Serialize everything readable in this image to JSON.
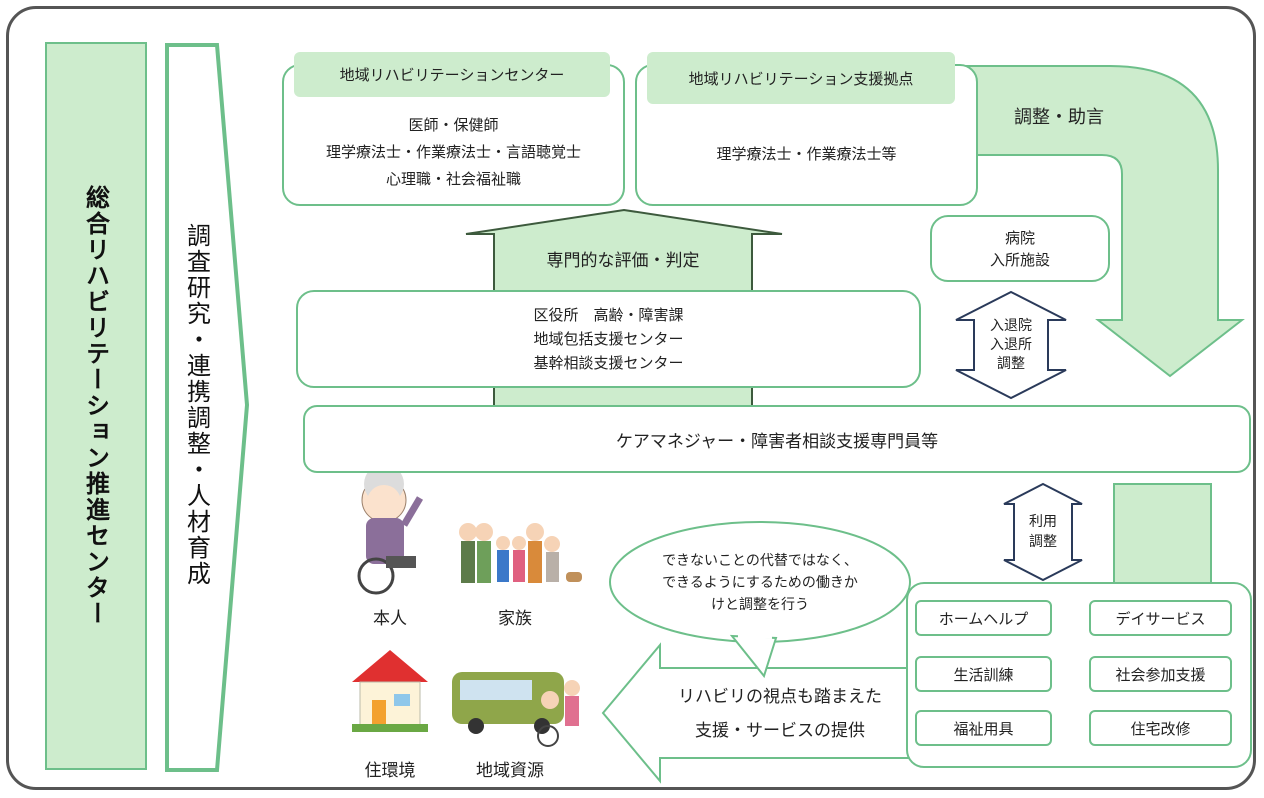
{
  "center_title": "総合リハビリテーション推進センター",
  "research_label": "調査研究・連携調整・人材育成",
  "rehab_center": {
    "title": "地域リハビリテーションセンター",
    "lines": [
      "医師・保健師",
      "理学療法士・作業療法士・言語聴覚士",
      "心理職・社会福祉職"
    ]
  },
  "support_base": {
    "title": "地域リハビリテーション支援拠点",
    "lines": [
      "理学療法士・作業療法士等"
    ]
  },
  "adjust_advice": "調整・助言",
  "evaluation": "専門的な評価・判定",
  "hospital": {
    "lines": [
      "病院",
      "入所施設"
    ]
  },
  "ward_office": {
    "lines": [
      "区役所　高齢・障害課",
      "地域包括支援センター",
      "基幹相談支援センター"
    ]
  },
  "admission_adjust": {
    "lines": [
      "入退院",
      "入退所",
      "調整"
    ]
  },
  "care_manager": "ケアマネジャー・障害者相談支援専門員等",
  "usage_adjust": {
    "lines": [
      "利用",
      "調整"
    ]
  },
  "speech_bubble": {
    "lines": [
      "できないことの代替ではなく、",
      "できるようにするための働きか",
      "けと調整を行う"
    ]
  },
  "people": {
    "self": "本人",
    "family": "家族",
    "housing": "住環境",
    "resources": "地域資源"
  },
  "provision_arrow": {
    "lines": [
      "リハビリの視点も踏まえた",
      "支援・サービスの提供"
    ]
  },
  "services": [
    "ホームヘルプ",
    "デイサービス",
    "生活訓練",
    "社会参加支援",
    "福祉用具",
    "住宅改修"
  ],
  "colors": {
    "green_border": "#6dbf8a",
    "green_fill": "#cdeccd",
    "frame": "#555555"
  },
  "icons": [
    "elderly-wheelchair-icon",
    "family-icon",
    "house-icon",
    "bus-icon"
  ]
}
